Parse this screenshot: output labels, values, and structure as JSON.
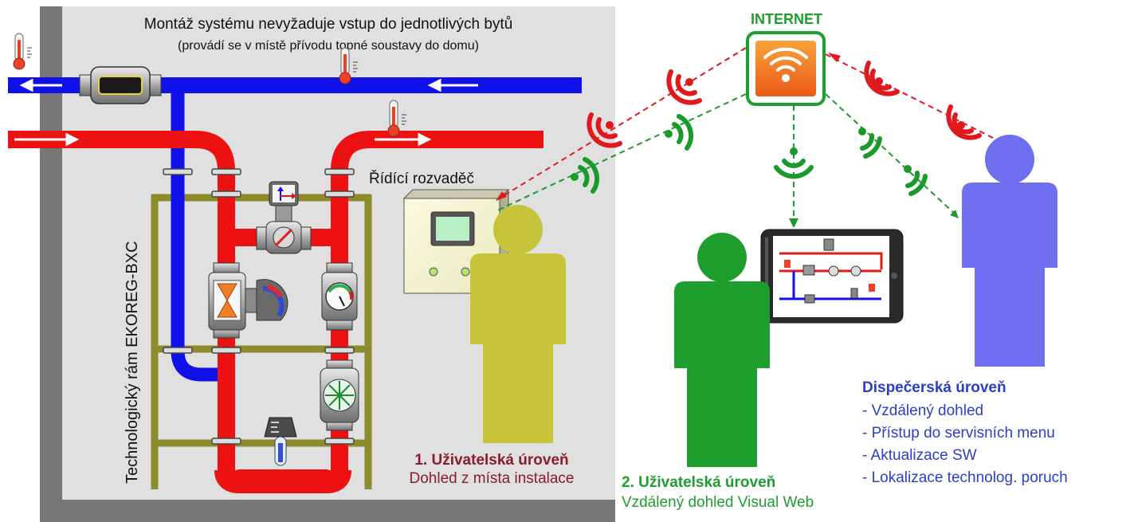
{
  "building": {
    "note_line1": "Montáž systému nevyžaduje vstup do jednotlivých bytů",
    "note_line2": "(provádí se v místě přívodu topné soustavy do domu)",
    "frame_label": "Technologický rám EKOREG-BXC",
    "cabinet_label": "Řídící rozvaděč"
  },
  "internet": {
    "label": "INTERNET",
    "color": "#1e9e2e"
  },
  "levels": {
    "user1": {
      "title": "1. Uživatelská úroveň",
      "subtitle": "Dohled z místa instalace",
      "color": "#8b1c2c",
      "figure_color": "#c8c43a"
    },
    "user2": {
      "title": "2. Uživatelská úroveň",
      "subtitle": "Vzdálený dohled Visual Web",
      "color": "#1e9e2e"
    },
    "dispatcher": {
      "title": "Dispečerská úroveň",
      "items": [
        "- Vzdálený dohled",
        "- Přístup do servisních menu",
        "- Aktualizace SW",
        "- Lokalizace technolog. poruch"
      ],
      "color": "#2a3fc8",
      "figure_color": "#6e6ef0"
    }
  },
  "colors": {
    "supply_pipe": "#ee1111",
    "return_pipe": "#1010e8",
    "frame": "#8c8c2c",
    "wall": "#777777",
    "room": "#e0e0e0",
    "signal_red": "#e0191e",
    "signal_green": "#1a9a2a"
  }
}
